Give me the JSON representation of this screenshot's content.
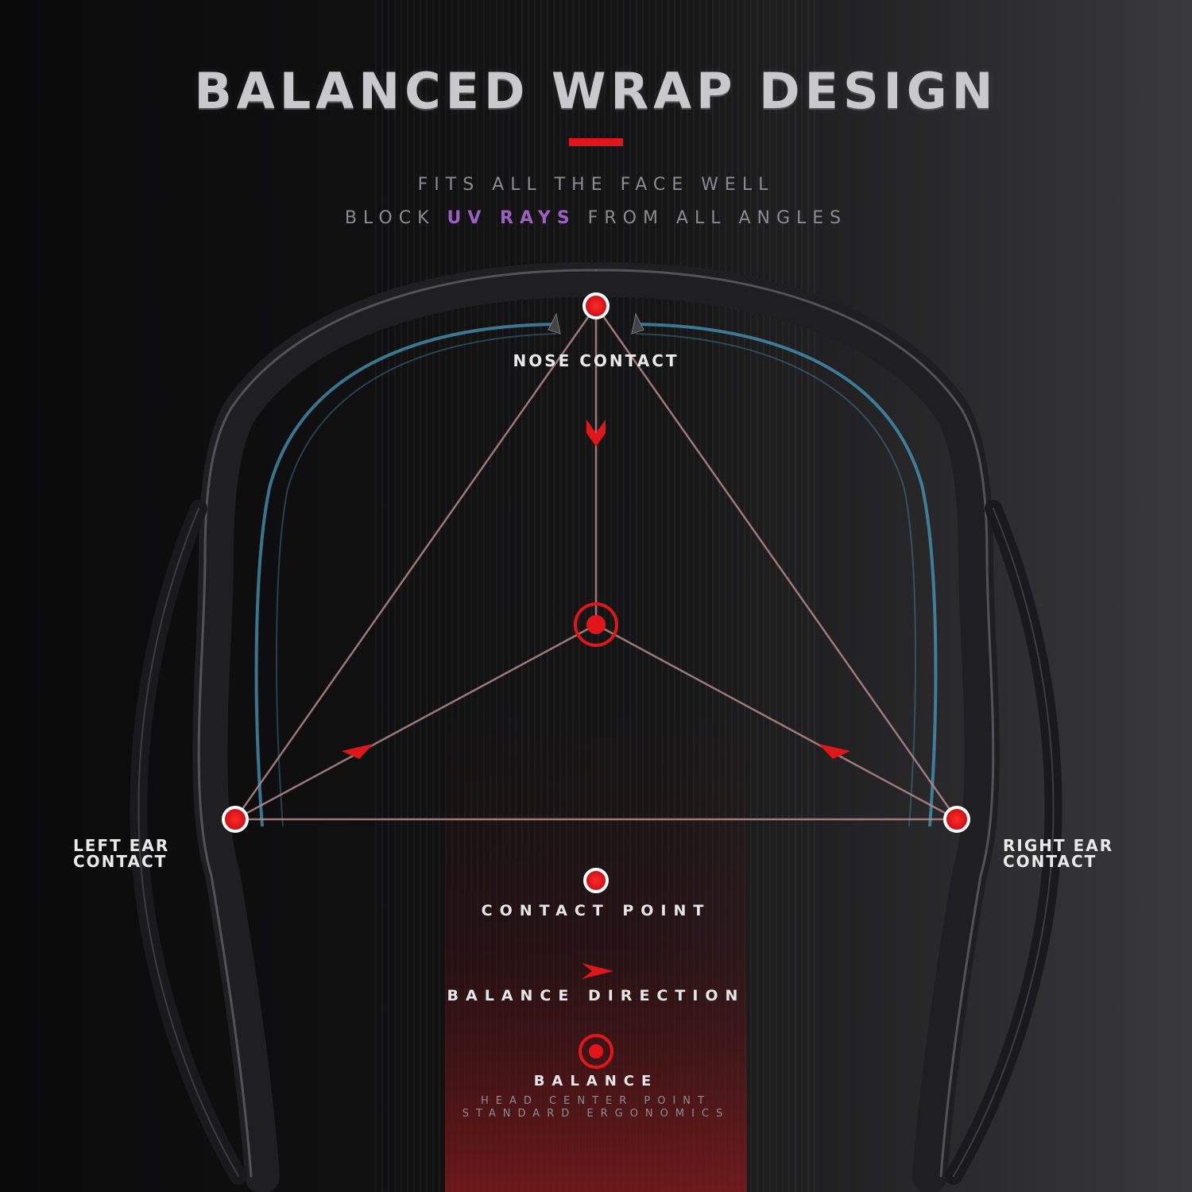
{
  "title": "BALANCED WRAP DESIGN",
  "subtitle_line1": "FITS ALL THE FACE WELL",
  "subtitle_line2": {
    "before": "BLOCK ",
    "highlight": "UV RAYS",
    "after": " FROM ALL ANGLES"
  },
  "labels": {
    "nose": "NOSE CONTACT",
    "left_ear_line1": "LEFT EAR",
    "left_ear_line2": "CONTACT",
    "right_ear_line1": "RIGHT EAR",
    "right_ear_line2": "CONTACT"
  },
  "legend": {
    "contact_point": "CONTACT POINT",
    "balance_direction": "BALANCE DIRECTION",
    "balance": "BALANCE",
    "balance_desc_line1": "HEAD CENTER POINT",
    "balance_desc_line2": "STANDARD ERGONOMICS"
  },
  "colors": {
    "accent_red": "#e0161b",
    "uv_purple": "#9c5fc2",
    "glow_blue": "#4aa3c8"
  }
}
